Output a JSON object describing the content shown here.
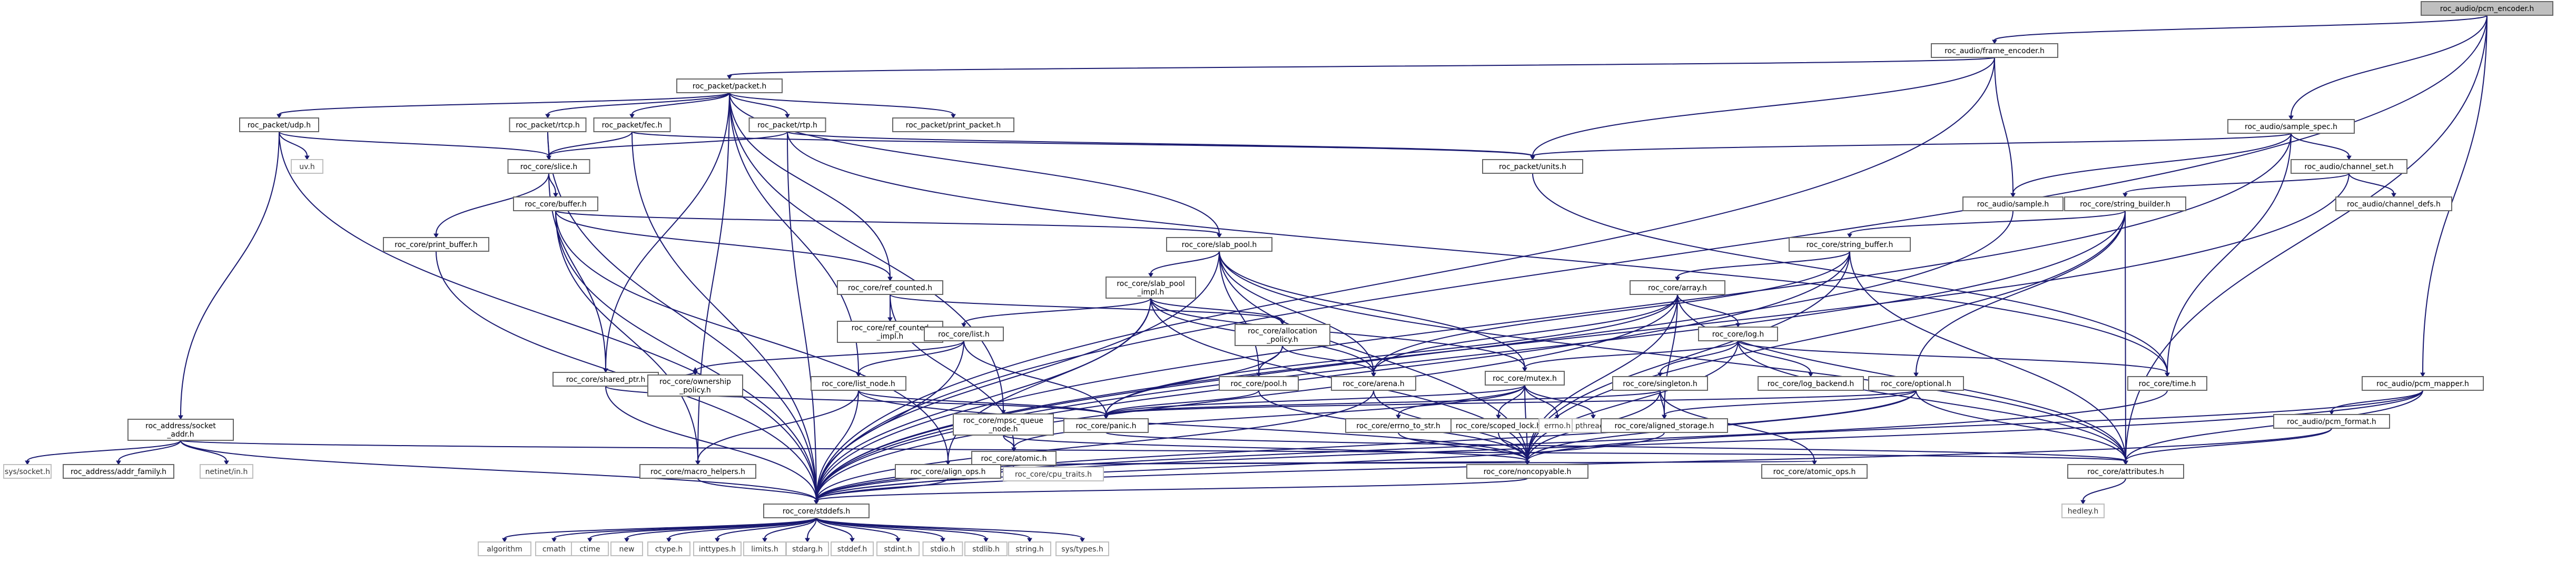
{
  "title": "roc_audio/pcm_encoder.h",
  "colors": {
    "edge": "#191970",
    "node_border": "#666666",
    "root_fill": "#bfbfbf",
    "ext_border": "#bfbfbf",
    "background": "#ffffff"
  },
  "nodes": [
    {
      "id": "root",
      "label": "roc_audio/pcm_encoder.h",
      "kind": "root"
    },
    {
      "id": "frame_encoder",
      "label": "roc_audio/frame_encoder.h",
      "kind": "file"
    },
    {
      "id": "sample_spec",
      "label": "roc_audio/sample_spec.h",
      "kind": "file"
    },
    {
      "id": "pcm_mapper",
      "label": "roc_audio/pcm_mapper.h",
      "kind": "file"
    },
    {
      "id": "packet",
      "label": "roc_packet/packet.h",
      "kind": "file"
    },
    {
      "id": "udp",
      "label": "roc_packet/udp.h",
      "kind": "file"
    },
    {
      "id": "rtcp",
      "label": "roc_packet/rtcp.h",
      "kind": "file"
    },
    {
      "id": "fec",
      "label": "roc_packet/fec.h",
      "kind": "file"
    },
    {
      "id": "rtp",
      "label": "roc_packet/rtp.h",
      "kind": "file"
    },
    {
      "id": "print_packet",
      "label": "roc_packet/print_packet.h",
      "kind": "file"
    },
    {
      "id": "uv",
      "label": "uv.h",
      "kind": "ext"
    },
    {
      "id": "slice",
      "label": "roc_core/slice.h",
      "kind": "file"
    },
    {
      "id": "units",
      "label": "roc_packet/units.h",
      "kind": "file"
    },
    {
      "id": "channel_set",
      "label": "roc_audio/channel_set.h",
      "kind": "file"
    },
    {
      "id": "sample",
      "label": "roc_audio/sample.h",
      "kind": "file"
    },
    {
      "id": "string_builder",
      "label": "roc_core/string_builder.h",
      "kind": "file"
    },
    {
      "id": "channel_defs",
      "label": "roc_audio/channel_defs.h",
      "kind": "file"
    },
    {
      "id": "buffer",
      "label": "roc_core/buffer.h",
      "kind": "file"
    },
    {
      "id": "print_buffer",
      "label": "roc_core/print_buffer.h",
      "kind": "file"
    },
    {
      "id": "slab_pool",
      "label": "roc_core/slab_pool.h",
      "kind": "file"
    },
    {
      "id": "string_buffer",
      "label": "roc_core/string_buffer.h",
      "kind": "file"
    },
    {
      "id": "ref_counted",
      "label": "roc_core/ref_counted.h",
      "kind": "file"
    },
    {
      "id": "slab_pool_impl",
      "label": "roc_core/slab_pool\n_impl.h",
      "kind": "file"
    },
    {
      "id": "array",
      "label": "roc_core/array.h",
      "kind": "file"
    },
    {
      "id": "ref_counted_impl",
      "label": "roc_core/ref_counted\n_impl.h",
      "kind": "file"
    },
    {
      "id": "allocation_policy",
      "label": "roc_core/allocation\n_policy.h",
      "kind": "file"
    },
    {
      "id": "shared_ptr",
      "label": "roc_core/shared_ptr.h",
      "kind": "file"
    },
    {
      "id": "list",
      "label": "roc_core/list.h",
      "kind": "file"
    },
    {
      "id": "log",
      "label": "roc_core/log.h",
      "kind": "file"
    },
    {
      "id": "ownership_policy",
      "label": "roc_core/ownership\n_policy.h",
      "kind": "file"
    },
    {
      "id": "mpsc_queue_node",
      "label": "roc_core/mpsc_queue\n_node.h",
      "kind": "file"
    },
    {
      "id": "pool",
      "label": "roc_core/pool.h",
      "kind": "file"
    },
    {
      "id": "arena",
      "label": "roc_core/arena.h",
      "kind": "file"
    },
    {
      "id": "mutex",
      "label": "roc_core/mutex.h",
      "kind": "file"
    },
    {
      "id": "singleton",
      "label": "roc_core/singleton.h",
      "kind": "file"
    },
    {
      "id": "log_backend",
      "label": "roc_core/log_backend.h",
      "kind": "file"
    },
    {
      "id": "optional",
      "label": "roc_core/optional.h",
      "kind": "file"
    },
    {
      "id": "time",
      "label": "roc_core/time.h",
      "kind": "file"
    },
    {
      "id": "pcm_format",
      "label": "roc_audio/pcm_format.h",
      "kind": "file"
    },
    {
      "id": "list_node",
      "label": "roc_core/list_node.h",
      "kind": "file"
    },
    {
      "id": "panic",
      "label": "roc_core/panic.h",
      "kind": "file"
    },
    {
      "id": "atomic",
      "label": "roc_core/atomic.h",
      "kind": "file"
    },
    {
      "id": "errno_to_str",
      "label": "roc_core/errno_to_str.h",
      "kind": "file"
    },
    {
      "id": "scoped_lock",
      "label": "roc_core/scoped_lock.h",
      "kind": "file"
    },
    {
      "id": "errno",
      "label": "errno.h",
      "kind": "ext"
    },
    {
      "id": "pthread",
      "label": "pthread.h",
      "kind": "ext"
    },
    {
      "id": "aligned_storage",
      "label": "roc_core/aligned_storage.h",
      "kind": "file"
    },
    {
      "id": "socket_addr",
      "label": "roc_address/socket\n_addr.h",
      "kind": "file"
    },
    {
      "id": "cpu_traits",
      "label": "roc_core/cpu_traits.h",
      "kind": "ext"
    },
    {
      "id": "sys_socket",
      "label": "sys/socket.h",
      "kind": "ext"
    },
    {
      "id": "addr_family",
      "label": "roc_address/addr_family.h",
      "kind": "file"
    },
    {
      "id": "netinet_in",
      "label": "netinet/in.h",
      "kind": "ext"
    },
    {
      "id": "macro_helpers",
      "label": "roc_core/macro_helpers.h",
      "kind": "file"
    },
    {
      "id": "align_ops",
      "label": "roc_core/align_ops.h",
      "kind": "file"
    },
    {
      "id": "noncopyable",
      "label": "roc_core/noncopyable.h",
      "kind": "file"
    },
    {
      "id": "atomic_ops",
      "label": "roc_core/atomic_ops.h",
      "kind": "file"
    },
    {
      "id": "attributes",
      "label": "roc_core/attributes.h",
      "kind": "file"
    },
    {
      "id": "stddefs",
      "label": "roc_core/stddefs.h",
      "kind": "file"
    },
    {
      "id": "hedley",
      "label": "hedley.h",
      "kind": "ext"
    },
    {
      "id": "algorithm",
      "label": "algorithm",
      "kind": "ext"
    },
    {
      "id": "cmath",
      "label": "cmath",
      "kind": "ext"
    },
    {
      "id": "ctime",
      "label": "ctime",
      "kind": "ext"
    },
    {
      "id": "new",
      "label": "new",
      "kind": "ext"
    },
    {
      "id": "ctype",
      "label": "ctype.h",
      "kind": "ext"
    },
    {
      "id": "inttypes",
      "label": "inttypes.h",
      "kind": "ext"
    },
    {
      "id": "limits",
      "label": "limits.h",
      "kind": "ext"
    },
    {
      "id": "stdarg",
      "label": "stdarg.h",
      "kind": "ext"
    },
    {
      "id": "stddef",
      "label": "stddef.h",
      "kind": "ext"
    },
    {
      "id": "stdint",
      "label": "stdint.h",
      "kind": "ext"
    },
    {
      "id": "stdio",
      "label": "stdio.h",
      "kind": "ext"
    },
    {
      "id": "stdlib",
      "label": "stdlib.h",
      "kind": "ext"
    },
    {
      "id": "string",
      "label": "string.h",
      "kind": "ext"
    },
    {
      "id": "sys_types",
      "label": "sys/types.h",
      "kind": "ext"
    }
  ],
  "edges": [
    [
      "root",
      "frame_encoder"
    ],
    [
      "root",
      "sample_spec"
    ],
    [
      "root",
      "pcm_mapper"
    ],
    [
      "root",
      "attributes"
    ],
    [
      "root",
      "stddefs"
    ],
    [
      "frame_encoder",
      "packet"
    ],
    [
      "frame_encoder",
      "units"
    ],
    [
      "frame_encoder",
      "sample"
    ],
    [
      "frame_encoder",
      "stddefs"
    ],
    [
      "sample_spec",
      "units"
    ],
    [
      "sample_spec",
      "channel_set"
    ],
    [
      "sample_spec",
      "sample"
    ],
    [
      "sample_spec",
      "time"
    ],
    [
      "sample_spec",
      "stddefs"
    ],
    [
      "packet",
      "udp"
    ],
    [
      "packet",
      "rtcp"
    ],
    [
      "packet",
      "fec"
    ],
    [
      "packet",
      "rtp"
    ],
    [
      "packet",
      "print_packet"
    ],
    [
      "packet",
      "slab_pool"
    ],
    [
      "packet",
      "ref_counted"
    ],
    [
      "packet",
      "shared_ptr"
    ],
    [
      "packet",
      "list_node"
    ],
    [
      "packet",
      "mpsc_queue_node"
    ],
    [
      "packet",
      "macro_helpers"
    ],
    [
      "udp",
      "uv"
    ],
    [
      "udp",
      "slice"
    ],
    [
      "udp",
      "socket_addr"
    ],
    [
      "udp",
      "stddefs"
    ],
    [
      "rtcp",
      "slice"
    ],
    [
      "rtcp",
      "stddefs"
    ],
    [
      "fec",
      "slice"
    ],
    [
      "fec",
      "units"
    ],
    [
      "fec",
      "stddefs"
    ],
    [
      "rtp",
      "slice"
    ],
    [
      "rtp",
      "units"
    ],
    [
      "rtp",
      "time"
    ],
    [
      "rtp",
      "stddefs"
    ],
    [
      "slice",
      "buffer"
    ],
    [
      "slice",
      "print_buffer"
    ],
    [
      "slice",
      "shared_ptr"
    ],
    [
      "units",
      "time"
    ],
    [
      "channel_set",
      "channel_defs"
    ],
    [
      "channel_set",
      "string_builder"
    ],
    [
      "channel_set",
      "stddefs"
    ],
    [
      "sample",
      "stddefs"
    ],
    [
      "string_builder",
      "string_buffer"
    ],
    [
      "string_builder",
      "optional"
    ],
    [
      "string_builder",
      "attributes"
    ],
    [
      "string_builder",
      "noncopyable"
    ],
    [
      "string_builder",
      "stddefs"
    ],
    [
      "buffer",
      "slab_pool"
    ],
    [
      "buffer",
      "ref_counted"
    ],
    [
      "buffer",
      "macro_helpers"
    ],
    [
      "buffer",
      "align_ops"
    ],
    [
      "buffer",
      "stddefs"
    ],
    [
      "print_buffer",
      "stddefs"
    ],
    [
      "slab_pool",
      "slab_pool_impl"
    ],
    [
      "slab_pool",
      "arena"
    ],
    [
      "slab_pool",
      "pool"
    ],
    [
      "slab_pool",
      "mutex"
    ],
    [
      "slab_pool",
      "attributes"
    ],
    [
      "slab_pool",
      "noncopyable"
    ],
    [
      "slab_pool",
      "stddefs"
    ],
    [
      "string_buffer",
      "array"
    ],
    [
      "string_buffer",
      "arena"
    ],
    [
      "string_buffer",
      "attributes"
    ],
    [
      "string_buffer",
      "noncopyable"
    ],
    [
      "string_buffer",
      "stddefs"
    ],
    [
      "ref_counted",
      "ref_counted_impl"
    ],
    [
      "ref_counted",
      "allocation_policy"
    ],
    [
      "ref_counted",
      "atomic"
    ],
    [
      "slab_pool_impl",
      "list"
    ],
    [
      "slab_pool_impl",
      "allocation_policy"
    ],
    [
      "slab_pool_impl",
      "arena"
    ],
    [
      "slab_pool_impl",
      "mutex"
    ],
    [
      "slab_pool_impl",
      "align_ops"
    ],
    [
      "slab_pool_impl",
      "noncopyable"
    ],
    [
      "slab_pool_impl",
      "stddefs"
    ],
    [
      "array",
      "log"
    ],
    [
      "array",
      "arena"
    ],
    [
      "array",
      "panic"
    ],
    [
      "array",
      "aligned_storage"
    ],
    [
      "array",
      "attributes"
    ],
    [
      "array",
      "noncopyable"
    ],
    [
      "array",
      "stddefs"
    ],
    [
      "allocation_policy",
      "arena"
    ],
    [
      "allocation_policy",
      "pool"
    ],
    [
      "allocation_policy",
      "panic"
    ],
    [
      "shared_ptr",
      "ownership_policy"
    ],
    [
      "shared_ptr",
      "panic"
    ],
    [
      "shared_ptr",
      "stddefs"
    ],
    [
      "list",
      "list_node"
    ],
    [
      "list",
      "ownership_policy"
    ],
    [
      "list",
      "panic"
    ],
    [
      "list",
      "stddefs"
    ],
    [
      "log",
      "mutex"
    ],
    [
      "log",
      "singleton"
    ],
    [
      "log",
      "log_backend"
    ],
    [
      "log",
      "time"
    ],
    [
      "log",
      "attributes"
    ],
    [
      "log",
      "noncopyable"
    ],
    [
      "pool",
      "panic"
    ],
    [
      "pool",
      "noncopyable"
    ],
    [
      "arena",
      "noncopyable"
    ],
    [
      "arena",
      "stddefs"
    ],
    [
      "mutex",
      "atomic"
    ],
    [
      "mutex",
      "errno_to_str"
    ],
    [
      "mutex",
      "scoped_lock"
    ],
    [
      "mutex",
      "errno"
    ],
    [
      "mutex",
      "pthread"
    ],
    [
      "mutex",
      "panic"
    ],
    [
      "mutex",
      "noncopyable"
    ],
    [
      "singleton",
      "aligned_storage"
    ],
    [
      "singleton",
      "atomic_ops"
    ],
    [
      "singleton",
      "panic"
    ],
    [
      "singleton",
      "noncopyable"
    ],
    [
      "optional",
      "aligned_storage"
    ],
    [
      "optional",
      "panic"
    ],
    [
      "optional",
      "attributes"
    ],
    [
      "optional",
      "noncopyable"
    ],
    [
      "optional",
      "stddefs"
    ],
    [
      "pcm_mapper",
      "pcm_format"
    ],
    [
      "pcm_mapper",
      "attributes"
    ],
    [
      "pcm_mapper",
      "noncopyable"
    ],
    [
      "pcm_mapper",
      "stddefs"
    ],
    [
      "pcm_format",
      "attributes"
    ],
    [
      "pcm_format",
      "stddefs"
    ],
    [
      "list_node",
      "panic"
    ],
    [
      "list_node",
      "macro_helpers"
    ],
    [
      "list_node",
      "noncopyable"
    ],
    [
      "list_node",
      "stddefs"
    ],
    [
      "mpsc_queue_node",
      "atomic"
    ],
    [
      "mpsc_queue_node",
      "noncopyable"
    ],
    [
      "panic",
      "attributes"
    ],
    [
      "atomic",
      "atomic_ops"
    ],
    [
      "atomic",
      "cpu_traits"
    ],
    [
      "atomic",
      "noncopyable"
    ],
    [
      "atomic",
      "stddefs"
    ],
    [
      "errno_to_str",
      "noncopyable"
    ],
    [
      "scoped_lock",
      "noncopyable"
    ],
    [
      "aligned_storage",
      "stddefs"
    ],
    [
      "socket_addr",
      "sys_socket"
    ],
    [
      "socket_addr",
      "addr_family"
    ],
    [
      "socket_addr",
      "netinet_in"
    ],
    [
      "socket_addr",
      "attributes"
    ],
    [
      "socket_addr",
      "stddefs"
    ],
    [
      "macro_helpers",
      "stddefs"
    ],
    [
      "align_ops",
      "stddefs"
    ],
    [
      "noncopyable",
      "stddefs"
    ],
    [
      "attributes",
      "hedley"
    ],
    [
      "time",
      "stddefs"
    ],
    [
      "stddefs",
      "algorithm"
    ],
    [
      "stddefs",
      "cmath"
    ],
    [
      "stddefs",
      "ctime"
    ],
    [
      "stddefs",
      "new"
    ],
    [
      "stddefs",
      "ctype"
    ],
    [
      "stddefs",
      "inttypes"
    ],
    [
      "stddefs",
      "limits"
    ],
    [
      "stddefs",
      "stdarg"
    ],
    [
      "stddefs",
      "stddef"
    ],
    [
      "stddefs",
      "stdint"
    ],
    [
      "stddefs",
      "stdio"
    ],
    [
      "stddefs",
      "stdlib"
    ],
    [
      "stddefs",
      "string"
    ],
    [
      "stddefs",
      "sys_types"
    ]
  ]
}
